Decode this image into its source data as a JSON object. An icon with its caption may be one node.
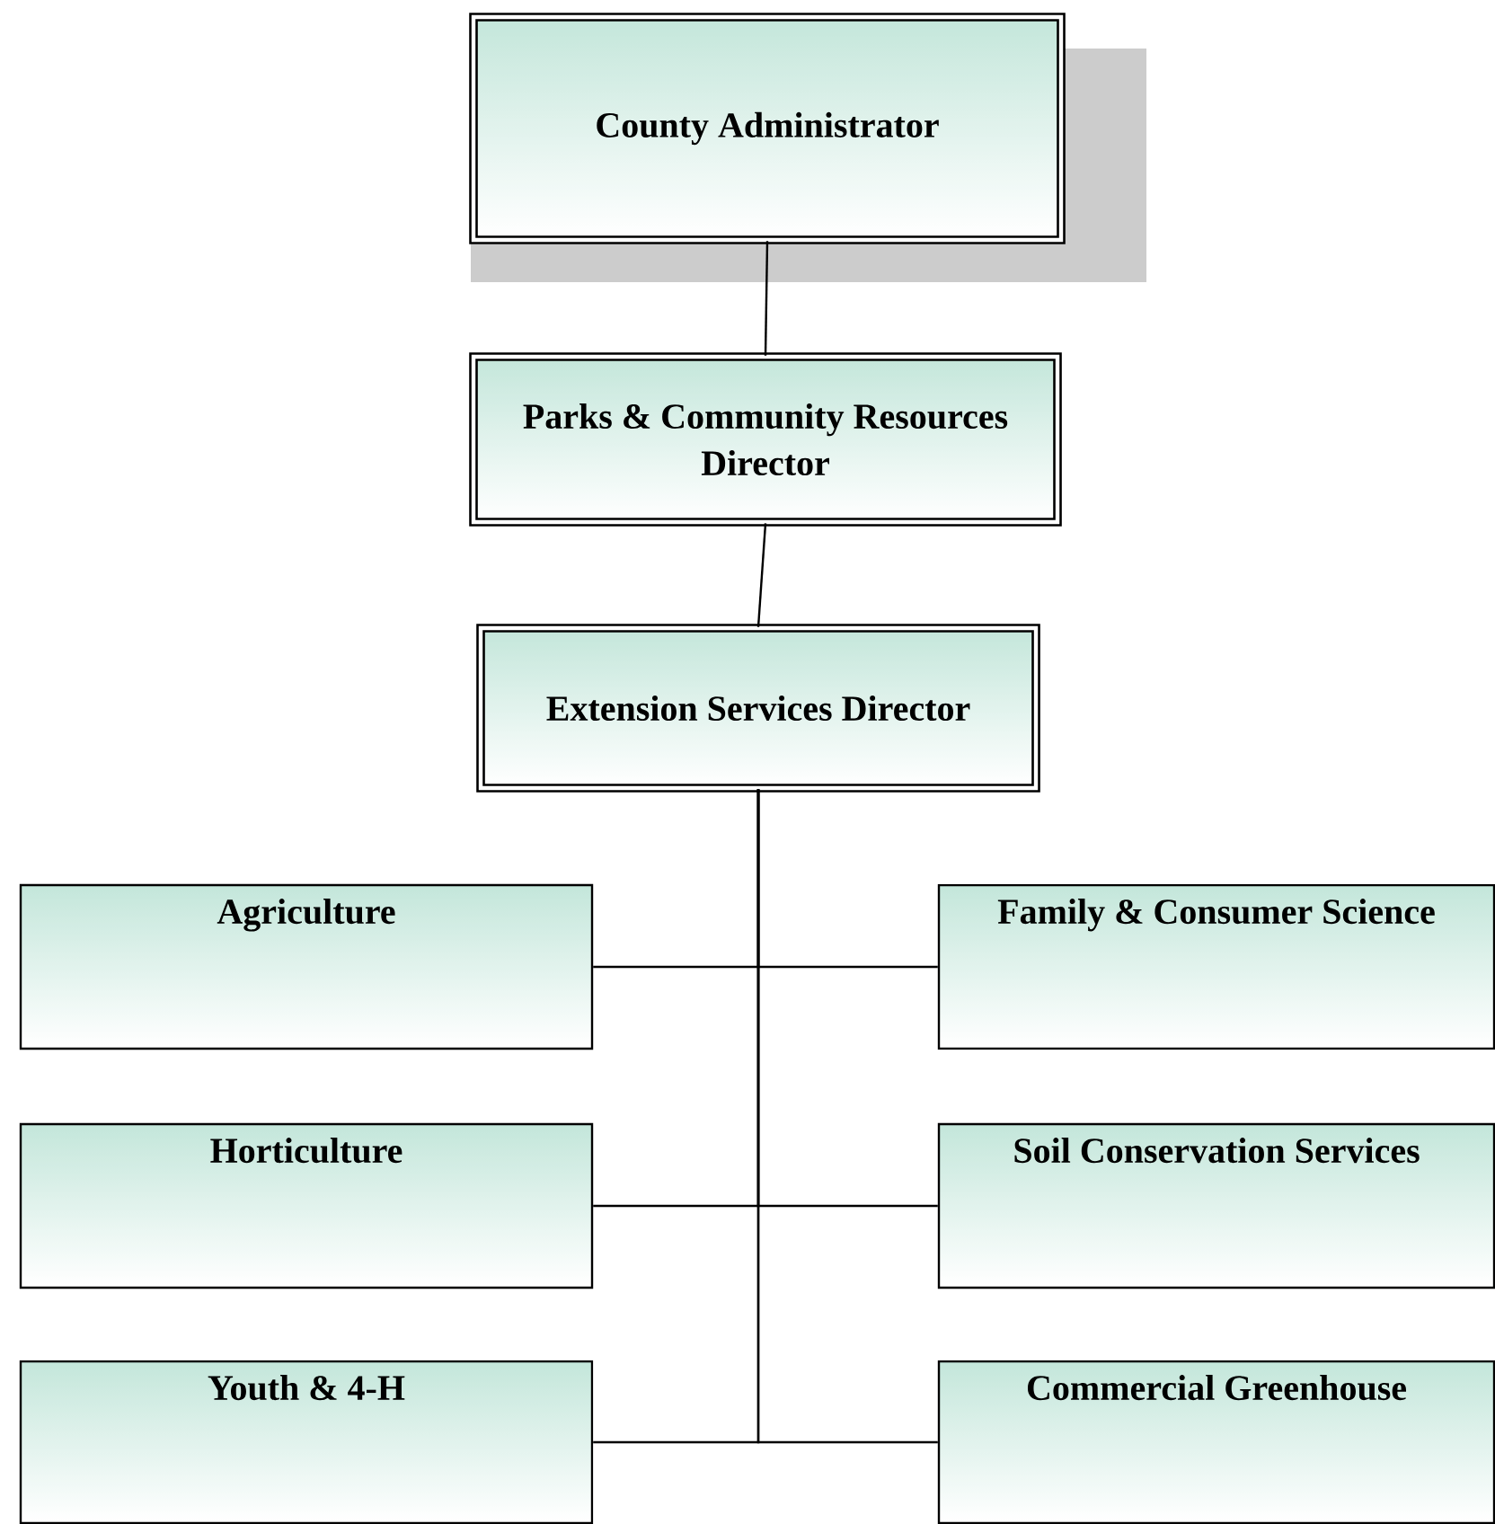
{
  "diagram": {
    "nodes": [
      {
        "text": [
          "County Administrator"
        ]
      },
      {
        "text": [
          "Parks & Community Resources Director"
        ]
      },
      {
        "text": [
          "Extension Services Director"
        ]
      },
      {
        "text": [
          "Agriculture"
        ]
      },
      {
        "text": [
          "Family & Consumer Science"
        ]
      },
      {
        "text": [
          "Horticulture"
        ]
      },
      {
        "text": [
          "Soil Conservation Services"
        ]
      },
      {
        "text": [
          "Youth & 4-H"
        ]
      },
      {
        "text": [
          "Commercial Greenhouse"
        ]
      }
    ],
    "edges": [
      {
        "from": 0,
        "to": 1,
        "arrow": "none"
      },
      {
        "from": 1,
        "to": 2,
        "arrow": "none"
      },
      {
        "from": 2,
        "to": 3,
        "arrow": "none"
      },
      {
        "from": 2,
        "to": 4,
        "arrow": "none"
      },
      {
        "from": 2,
        "to": 5,
        "arrow": "none"
      },
      {
        "from": 2,
        "to": 6,
        "arrow": "none"
      },
      {
        "from": 2,
        "to": 7,
        "arrow": "none"
      },
      {
        "from": 2,
        "to": 8,
        "arrow": "none"
      }
    ]
  }
}
